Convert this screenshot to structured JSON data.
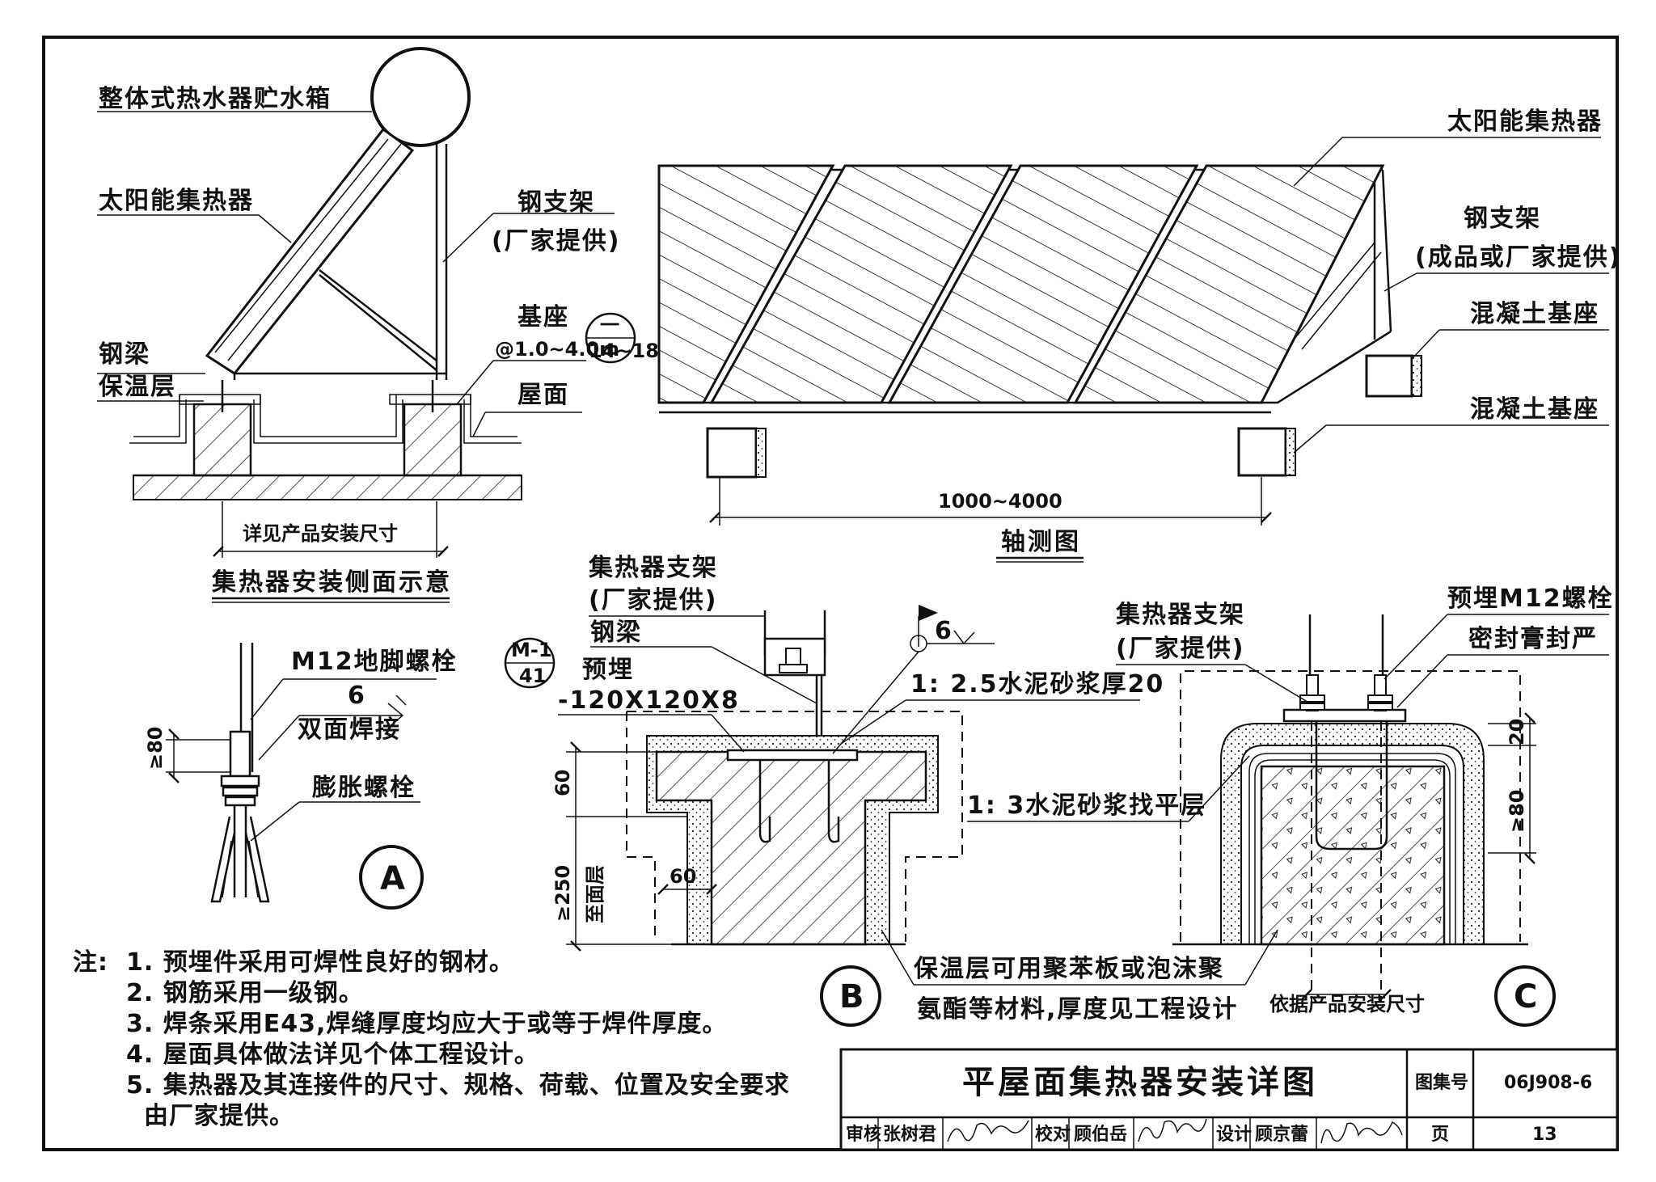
{
  "side_view": {
    "label_tank": "整体式热水器贮水箱",
    "label_collector": "太阳能集热器",
    "label_bracket": "钢支架",
    "label_bracket_sub": "(厂家提供)",
    "label_base": "基座",
    "label_spacing": "@1.0~4.0m",
    "ref_top": "一",
    "ref_bottom": "14~18",
    "label_beam": "钢梁",
    "label_insulation": "保温层",
    "label_roof": "屋面",
    "dim_text": "详见产品安装尺寸",
    "title": "集热器安装侧面示意"
  },
  "iso_view": {
    "label_collector": "太阳能集热器",
    "label_bracket": "钢支架",
    "label_bracket_sub": "(成品或厂家提供)",
    "label_base1": "混凝土基座",
    "label_base2": "混凝土基座",
    "dim_text": "1000~4000",
    "title": "轴测图"
  },
  "detail_a": {
    "label_bolt": "M12地脚螺栓",
    "weld_size": "6",
    "label_weld": "双面焊接",
    "dim_text": "≥80",
    "label_expansion": "膨胀螺栓",
    "marker": "A"
  },
  "detail_b": {
    "label_support": "集热器支架",
    "label_support_sub": "(厂家提供)",
    "label_beam": "钢梁",
    "ref_top": "M-1",
    "ref_bottom": "41",
    "label_embed": "预埋",
    "label_embed_size": "-120X120X8",
    "weld_size": "6",
    "label_mortar": "1: 2.5水泥砂浆厚20",
    "dim_60_top": "60",
    "dim_60_side": "60",
    "dim_250": "≥250",
    "dim_250_sub": "至面层",
    "marker": "B"
  },
  "detail_c": {
    "label_support": "集热器支架",
    "label_support_sub": "(厂家提供)",
    "label_embed_bolt": "预埋M12螺栓",
    "label_seal": "密封膏封严",
    "label_leveling": "1: 3水泥砂浆找平层",
    "dim_20": "20",
    "dim_80": "≥80",
    "dim_text": "依据产品安装尺寸",
    "marker": "C"
  },
  "insulation_note": {
    "line1": "保温层可用聚苯板或泡沫聚",
    "line2": "氨酯等材料,厚度见工程设计"
  },
  "notes": {
    "prefix": "注:",
    "items": [
      "1. 预埋件采用可焊性良好的钢材。",
      "2. 钢筋采用一级钢。",
      "3. 焊条采用E43,焊缝厚度均应大于或等于焊件厚度。",
      "4. 屋面具体做法详见个体工程设计。",
      "5. 集热器及其连接件的尺寸、规格、荷载、位置及安全要求"
    ],
    "item5_cont": "由厂家提供。"
  },
  "title_block": {
    "title": "平屋面集热器安装详图",
    "atlas_label": "图集号",
    "atlas_no": "06J908-6",
    "page_label": "页",
    "page_no": "13",
    "review_label": "审核",
    "review_name": "张树君",
    "check_label": "校对",
    "check_name": "顾伯岳",
    "design_label": "设计",
    "design_name": "顾京蕾"
  }
}
